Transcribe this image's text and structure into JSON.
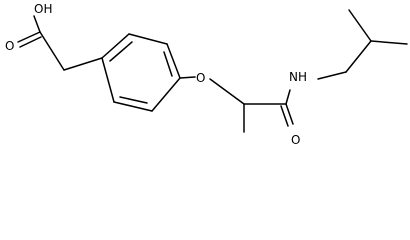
{
  "molecule": {
    "atoms": {
      "hydroxyl": "OH",
      "carbonyl_oxygen_acid": "O",
      "ether_oxygen": "O",
      "amide_nitrogen": "NH",
      "carbonyl_oxygen_amide": "O"
    }
  }
}
